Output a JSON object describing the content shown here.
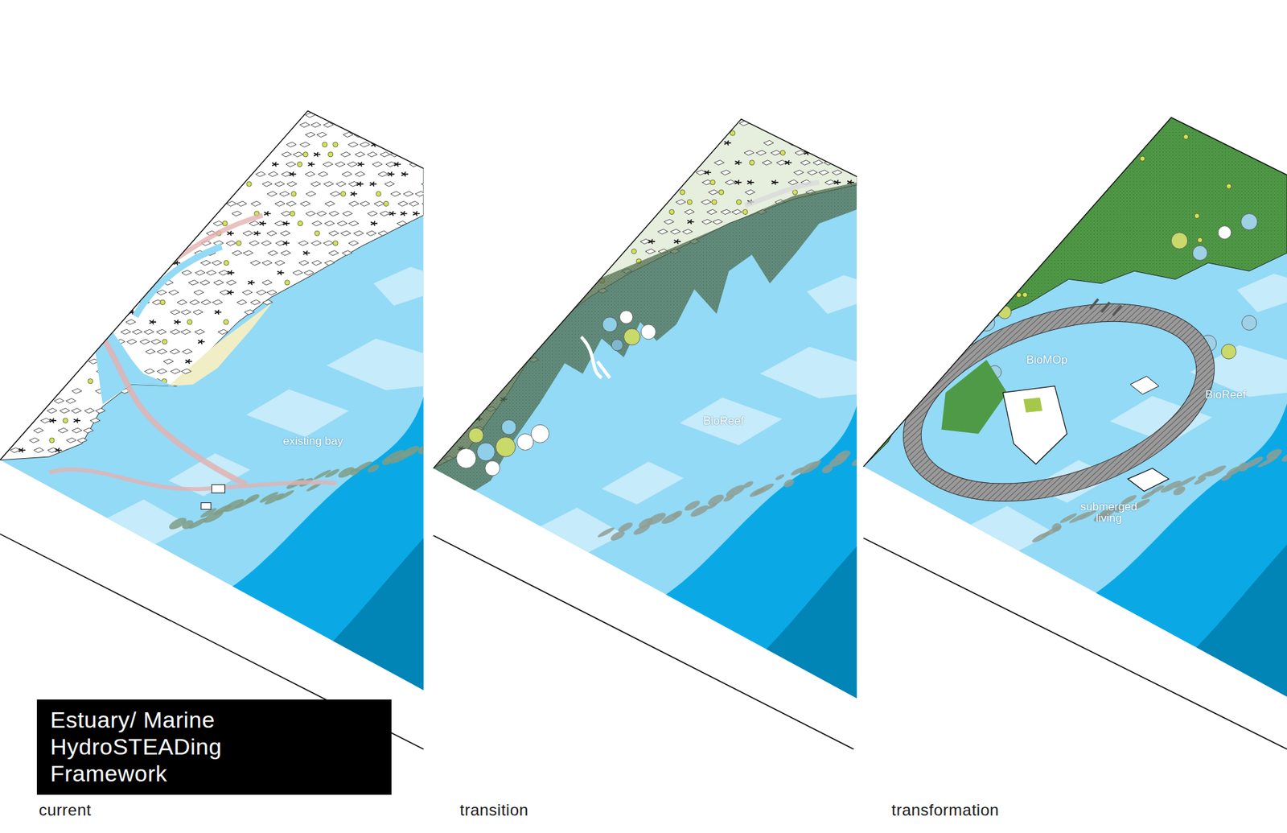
{
  "diagram": {
    "title": "Estuary/ Marine HydroSTEADing Framework",
    "labels": [
      "existing bay",
      "BioReef",
      "BioMOp",
      "BioReef",
      "submerged living",
      "current",
      "transition",
      "transformation"
    ]
  }
}
